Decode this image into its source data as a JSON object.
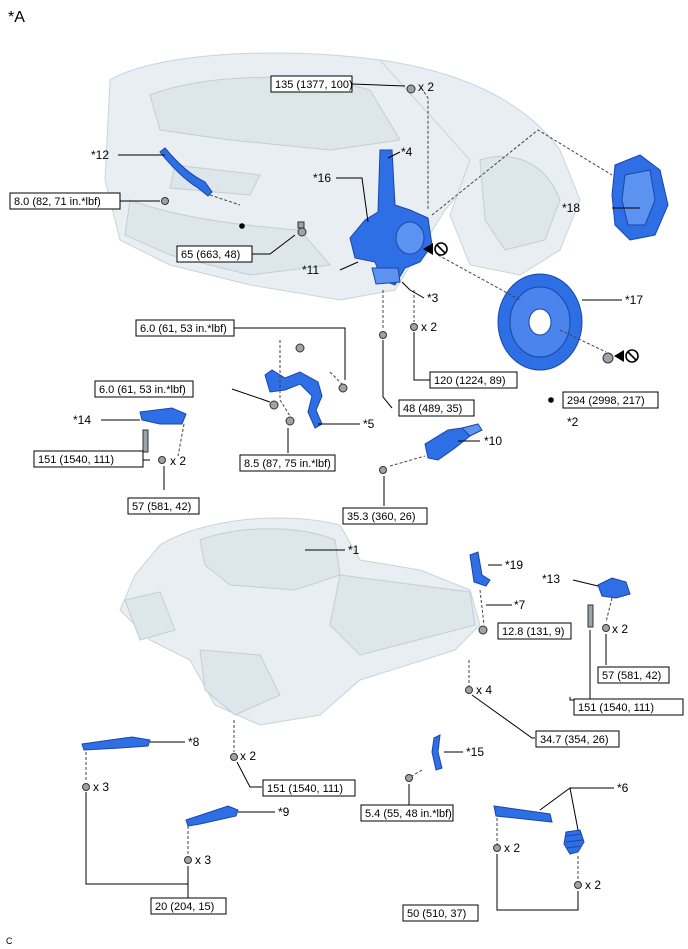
{
  "corner_label": "*A",
  "footer_code": "C",
  "callouts": {
    "c1": "*1",
    "c2": "*2",
    "c3": "*3",
    "c4": "*4",
    "c5": "*5",
    "c6": "*6",
    "c7": "*7",
    "c8": "*8",
    "c9": "*9",
    "c10": "*10",
    "c11": "*11",
    "c12": "*12",
    "c13": "*13",
    "c14": "*14",
    "c15": "*15",
    "c16": "*16",
    "c17": "*17",
    "c18": "*18",
    "c19": "*19"
  },
  "torques": {
    "t135": "135 (1377, 100)",
    "t80": "8.0 (82, 71 in.*lbf)",
    "t65": "65 (663, 48)",
    "t60a": "6.0 (61, 53 in.*lbf)",
    "t60b": "6.0 (61, 53 in.*lbf)",
    "t120": "120 (1224, 89)",
    "t48": "48 (489, 35)",
    "t294": "294 (2998, 217)",
    "t151a": "151 (1540, 111)",
    "t57a": "57 (581, 42)",
    "t85": "8.5 (87, 75 in.*lbf)",
    "t353": "35.3 (360, 26)",
    "t128": "12.8 (131, 9)",
    "t57b": "57 (581, 42)",
    "t151b": "151 (1540, 111)",
    "t347": "34.7 (354, 26)",
    "t151c": "151 (1540, 111)",
    "t54": "5.4 (55, 48 in.*lbf)",
    "t20": "20 (204, 15)",
    "t50": "50 (510, 37)"
  },
  "quantities": {
    "q135": "x 2",
    "q120": "x 2",
    "q57a": "x 2",
    "q13": "x 2",
    "q347": "x 4",
    "q151c": "x 2",
    "q8": "x 3",
    "q9": "x 3",
    "q6a": "x 2",
    "q6b": "x 2"
  },
  "colors": {
    "highlighted_part": "#2f6fe6",
    "background_part": "#e8eef2",
    "line": "#000000"
  },
  "icons": [
    "do-not-reuse-icon",
    "precoated-part-dot-icon"
  ]
}
